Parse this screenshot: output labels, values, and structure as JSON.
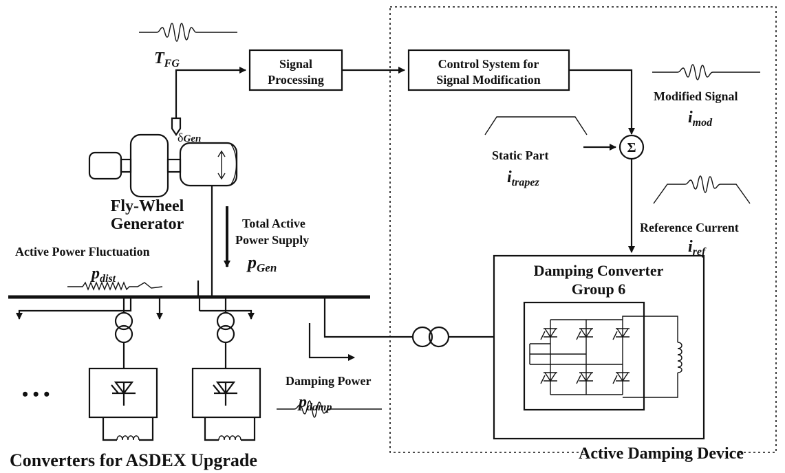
{
  "signals": {
    "torque_main": "T",
    "torque_sub": "FG",
    "modified_label": "Modified Signal",
    "modified_main": "i",
    "modified_sub": "mod",
    "static_label": "Static Part",
    "static_main": "i",
    "static_sub": "trapez",
    "reference_label": "Reference Current",
    "reference_main": "i",
    "reference_sub": "ref",
    "total_label_1": "Total Active",
    "total_label_2": "Power Supply",
    "total_main": "p",
    "total_sub": "Gen",
    "fluct_label": "Active Power Fluctuation",
    "fluct_main": "p",
    "fluct_sub": "dist",
    "damp_label": "Damping Power",
    "damp_main": "p",
    "damp_sub": "damp",
    "delta_main": "δ",
    "delta_sub": "Gen"
  },
  "blocks": {
    "signal_processing_1": "Signal",
    "signal_processing_2": "Processing",
    "control_system_1": "Control System for",
    "control_system_2": "Signal Modification",
    "summer_symbol": "Σ",
    "damping_converter_1": "Damping Converter",
    "damping_converter_2": "Group 6"
  },
  "generator": {
    "label_1": "Fly-Wheel",
    "label_2": "Generator"
  },
  "footer": {
    "converters_label": "Converters for ASDEX Upgrade",
    "device_label": "Active Damping Device",
    "ellipsis": "• • •"
  }
}
